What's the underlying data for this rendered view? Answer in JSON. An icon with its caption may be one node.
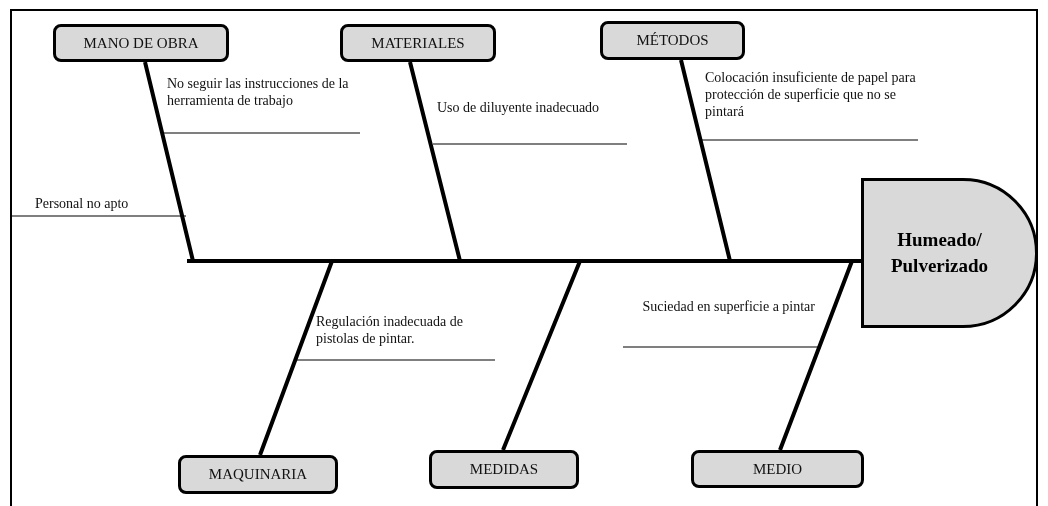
{
  "diagram": {
    "nodes": [
      {
        "text": [
          "MANO DE OBRA"
        ]
      },
      {
        "text": [
          "MATERIALES"
        ]
      },
      {
        "text": [
          "MÉTODOS"
        ]
      },
      {
        "text": [
          "Humeado/ Pulverizado"
        ]
      },
      {
        "text": [
          "MAQUINARIA"
        ]
      },
      {
        "text": [
          "MEDIDAS"
        ]
      },
      {
        "text": [
          "MEDIO"
        ]
      }
    ],
    "edges": [
      {
        "from": 0,
        "to": 3,
        "arrow": "none"
      },
      {
        "from": 1,
        "to": 3,
        "arrow": "none"
      },
      {
        "from": 2,
        "to": 3,
        "arrow": "none"
      },
      {
        "from": 4,
        "to": 3,
        "arrow": "none"
      },
      {
        "from": 5,
        "to": 3,
        "arrow": "none"
      },
      {
        "from": 6,
        "to": 3,
        "arrow": "none"
      }
    ],
    "labels": [
      "No seguir las instrucciones de la herramienta de trabajo",
      "Uso de diluyente inadecuado",
      "Colocación insuficiente de papel para protección de superficie que no se pintará",
      "Personal no apto",
      "Regulación inadecuada de pistolas de pintar.",
      "Suciedad en superficie a pintar"
    ]
  }
}
